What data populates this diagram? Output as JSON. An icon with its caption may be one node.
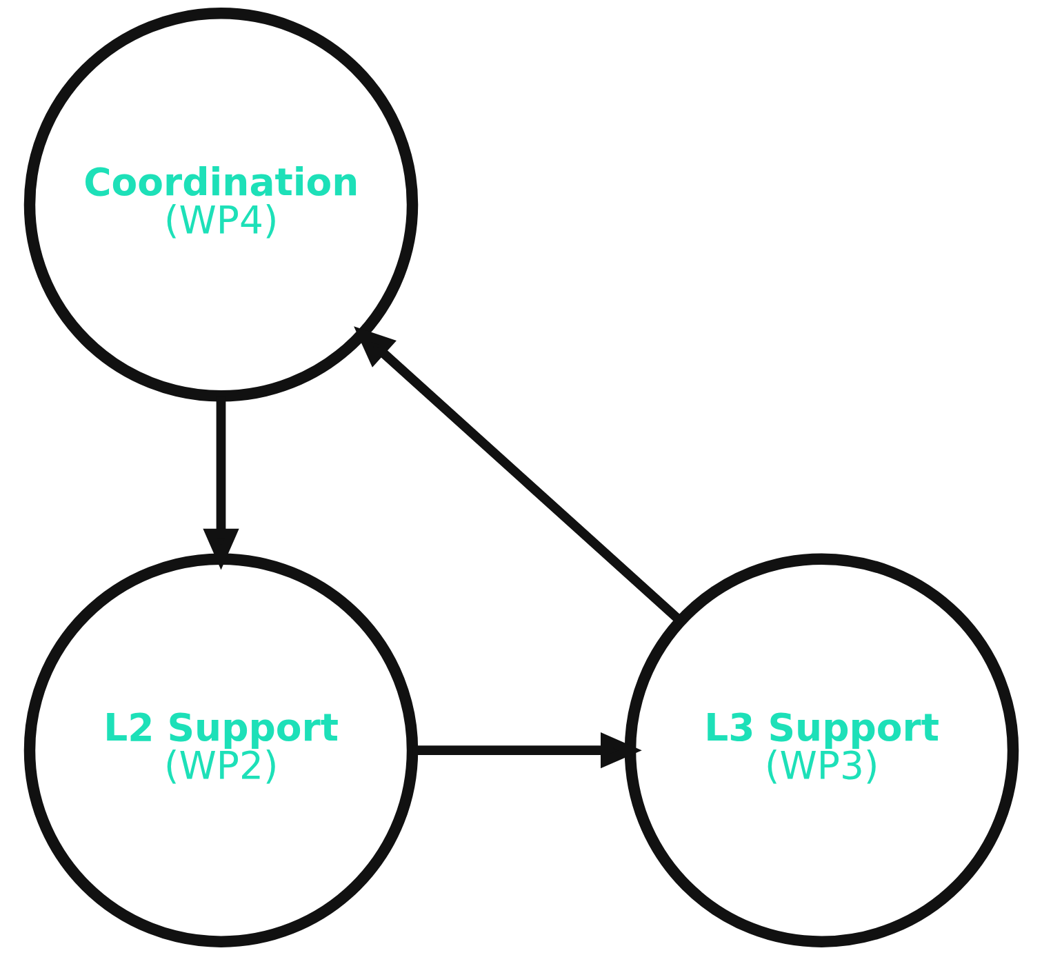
{
  "diagram": {
    "nodes": [
      {
        "text": [
          "Coordination",
          "(WP4)"
        ]
      },
      {
        "text": [
          "L2 Support",
          "(WP2)"
        ]
      },
      {
        "text": [
          "L3 Support",
          "(WP3)"
        ]
      }
    ],
    "edges": [
      {
        "from": 0,
        "to": 1,
        "arrow": "to"
      },
      {
        "from": 1,
        "to": 2,
        "arrow": "to"
      },
      {
        "from": 2,
        "to": 0,
        "arrow": "to"
      }
    ]
  }
}
